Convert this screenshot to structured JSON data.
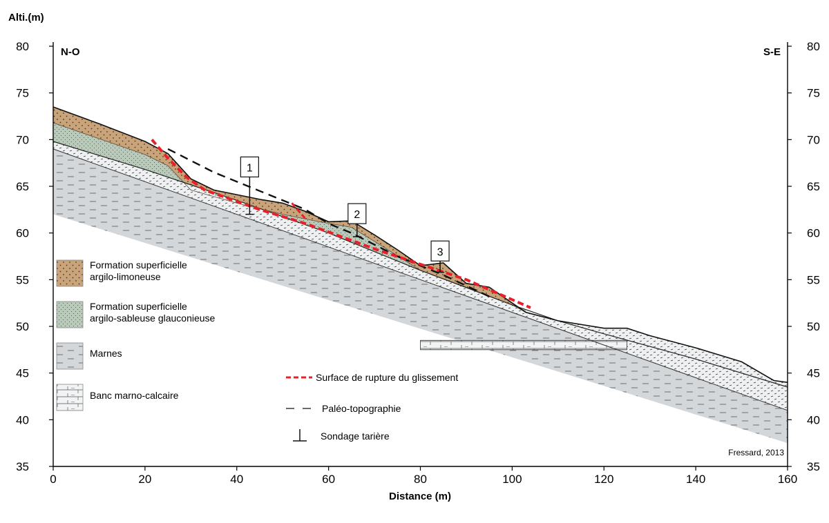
{
  "y_axis_title": "Alti.(m)",
  "x_axis_title": "Distance (m)",
  "left_orientation": "N-O",
  "right_orientation": "S-E",
  "credit": "Fressard, 2013",
  "x_ticks": [
    "0",
    "20",
    "40",
    "60",
    "80",
    "100",
    "120",
    "140",
    "160"
  ],
  "y_ticks": [
    "35",
    "40",
    "45",
    "50",
    "55",
    "60",
    "65",
    "70",
    "75",
    "80"
  ],
  "legend": {
    "silt": "Formation superficielle argilo-limoneuse",
    "glauco": "Formation superficielle argilo-sableuse glauconieuse",
    "marl": "Marnes",
    "bank": "Banc marno-calcaire",
    "rupture": "Surface de rupture du glissement",
    "paleo": "Paléo-topographie",
    "auger": "Sondage tarière"
  },
  "colors": {
    "silt": "#c9a47a",
    "glauco": "#b9c9ba",
    "marl": "#d4d7da",
    "rupture": "#e8202a",
    "paleo": "#111111"
  },
  "chart_data": {
    "type": "cross-section",
    "x_unit": "m",
    "y_unit": "m",
    "xlim": [
      0,
      160
    ],
    "ylim": [
      35,
      80
    ],
    "ground_surface": [
      [
        0,
        73.5
      ],
      [
        10,
        71.7
      ],
      [
        20,
        69.8
      ],
      [
        25,
        68.5
      ],
      [
        30,
        65.8
      ],
      [
        35,
        64.6
      ],
      [
        45,
        63.6
      ],
      [
        50,
        63.2
      ],
      [
        55,
        62.3
      ],
      [
        60,
        61.2
      ],
      [
        65,
        61.3
      ],
      [
        70,
        59.8
      ],
      [
        75,
        58.2
      ],
      [
        80,
        56.5
      ],
      [
        85,
        56.8
      ],
      [
        90,
        54.6
      ],
      [
        95,
        54.2
      ],
      [
        100,
        52.5
      ],
      [
        103,
        51.5
      ],
      [
        110,
        50.6
      ],
      [
        120,
        49.8
      ],
      [
        125,
        49.8
      ],
      [
        130,
        49.0
      ],
      [
        140,
        47.7
      ],
      [
        150,
        46.2
      ],
      [
        157,
        44.2
      ],
      [
        160,
        44.0
      ]
    ],
    "top_glauconitic": [
      [
        0,
        71.8
      ],
      [
        10,
        70.1
      ],
      [
        20,
        68.4
      ],
      [
        25,
        67.2
      ],
      [
        30,
        64.6
      ],
      [
        40,
        63.2
      ],
      [
        50,
        62.0
      ],
      [
        58,
        61.2
      ],
      [
        65,
        60.6
      ],
      [
        70,
        59.1
      ],
      [
        80,
        56.0
      ],
      [
        90,
        54.2
      ],
      [
        100,
        52.3
      ],
      [
        103,
        51.5
      ]
    ],
    "top_weathered_marl": [
      [
        0,
        69.8
      ],
      [
        20,
        66.8
      ],
      [
        40,
        63.5
      ],
      [
        60,
        60.0
      ],
      [
        80,
        56.0
      ],
      [
        100,
        52.3
      ],
      [
        110,
        50.6
      ],
      [
        120,
        49.2
      ],
      [
        140,
        46.5
      ],
      [
        160,
        43.5
      ]
    ],
    "top_marl": [
      [
        0,
        69.0
      ],
      [
        160,
        41.0
      ]
    ],
    "section_base": [
      [
        0,
        62.0
      ],
      [
        160,
        37.5
      ]
    ],
    "marl_limestone_bank": {
      "x_start": 80,
      "x_end": 125,
      "top": [
        48.5,
        48.5
      ],
      "bottom": [
        47.5,
        47.5
      ]
    },
    "rupture_surface": [
      [
        21.5,
        70.0
      ],
      [
        25,
        68.0
      ],
      [
        29,
        66.0
      ],
      [
        33,
        64.6
      ],
      [
        45,
        62.5
      ],
      [
        55,
        61.0
      ],
      [
        70,
        58.3
      ],
      [
        90,
        55.0
      ],
      [
        104,
        52.0
      ]
    ],
    "rupture_secondary": [
      [
        52,
        63.2
      ],
      [
        55,
        61.5
      ]
    ],
    "paleo_topography": [
      [
        25,
        69.0
      ],
      [
        35,
        66.5
      ],
      [
        45,
        64.5
      ],
      [
        55,
        62.5
      ],
      [
        60,
        61.0
      ],
      [
        65,
        60.0
      ],
      [
        75,
        57.5
      ],
      [
        85,
        55.5
      ],
      [
        95,
        53.2
      ]
    ],
    "auger_sondages": [
      {
        "label": "1",
        "x": 42.8,
        "top": 66.0,
        "bottom": 62.0
      },
      {
        "label": "2",
        "x": 66.2,
        "top": 61.0,
        "bottom": 59.6
      },
      {
        "label": "3",
        "x": 84.3,
        "top": 57.0,
        "bottom": 55.8
      }
    ]
  }
}
